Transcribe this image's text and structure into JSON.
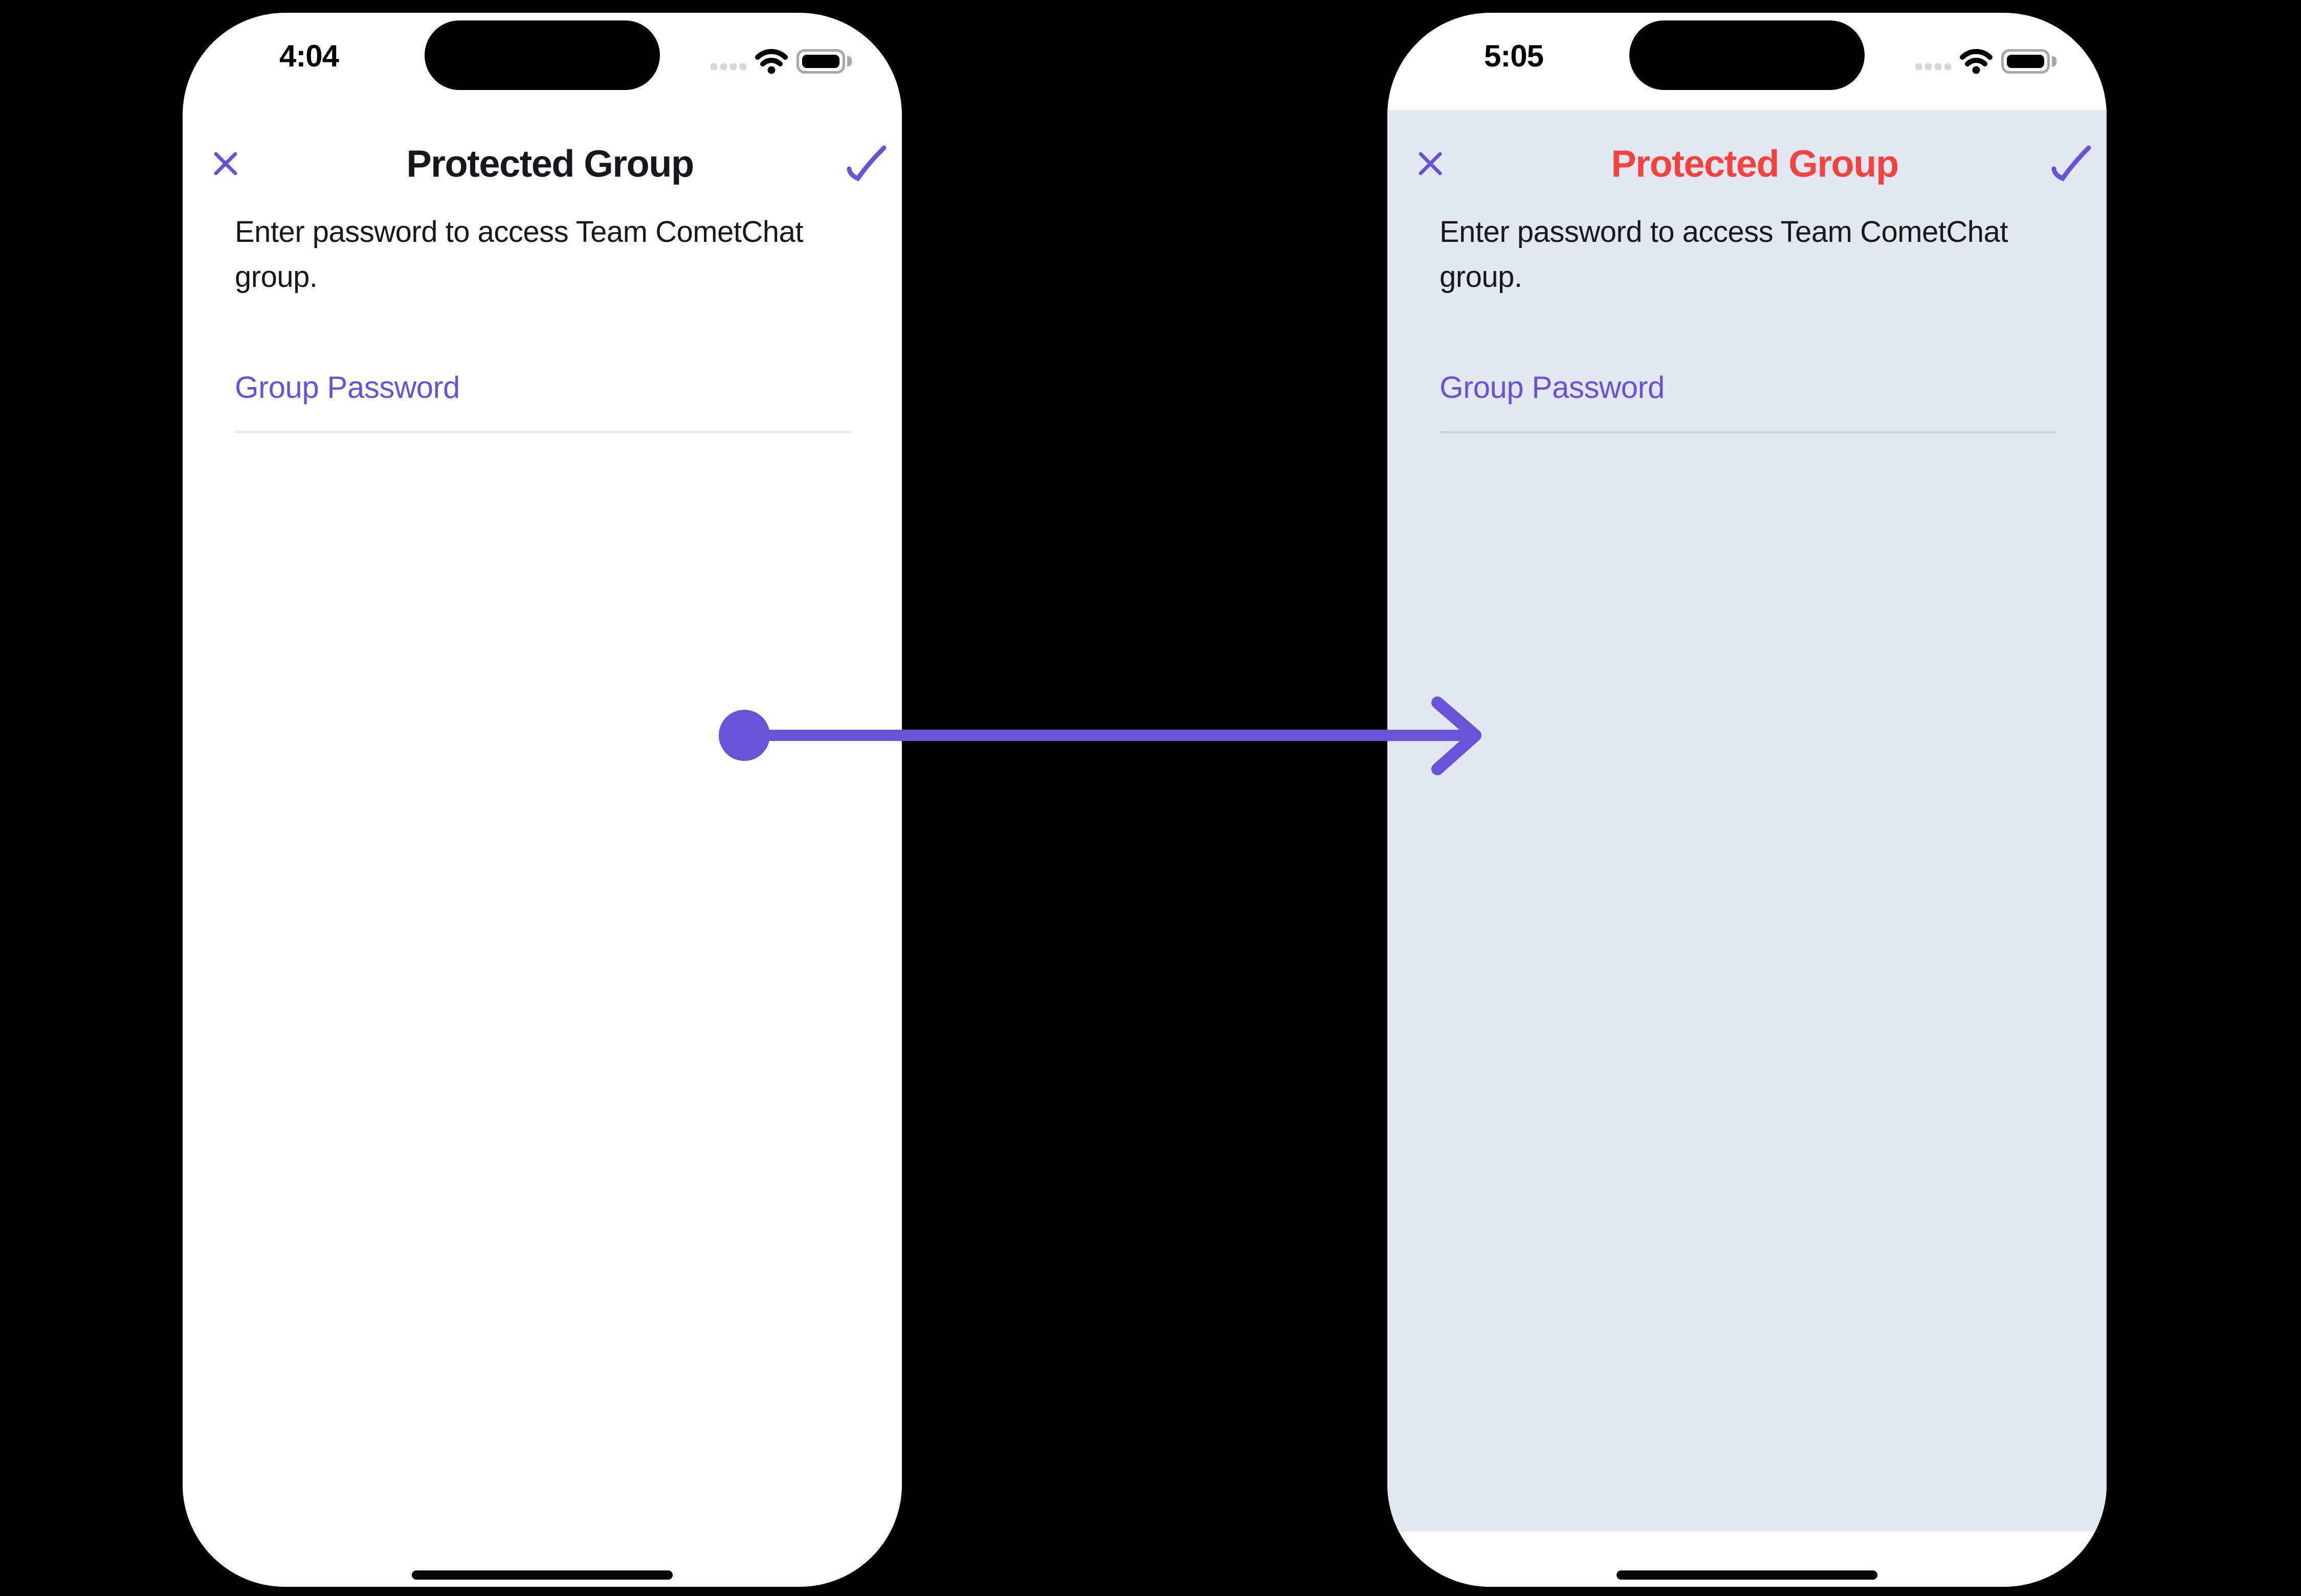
{
  "canvas": {
    "background": "#000000"
  },
  "colors": {
    "primary": "#6852D6",
    "error": "#F4433F",
    "title_default": "#17171C",
    "body_text": "#17171C",
    "screen_background": "#FFFFFF",
    "tinted_background": "#E2E7F2",
    "divider": "#E4E4E8",
    "status_dot": "#D7D7D7"
  },
  "icons": {
    "close": "close-x",
    "confirm": "checkmark",
    "cellular": "cellular-signal-dots",
    "wifi": "wifi",
    "battery": "battery-full",
    "dynamic_island": "dynamic-island",
    "home": "home-indicator-bar",
    "arrow": "arrow-right-connector"
  },
  "annotation": {
    "arrow_icon": "arrow-right-connector",
    "color": "#6852D6"
  },
  "phones": [
    {
      "variant": "default-theme",
      "status": {
        "time": "4:04"
      },
      "nav_title": "Protected Group",
      "nav_title_color": "#17171C",
      "content_bg": "#FFFFFF",
      "description": "Enter password to access Team CometChat group.",
      "password_label": "Group Password"
    },
    {
      "variant": "custom-error-theme",
      "status": {
        "time": "5:05"
      },
      "nav_title": "Protected Group",
      "nav_title_color": "#F4433F",
      "content_bg": "#E2E7F2",
      "description": "Enter password to access Team CometChat group.",
      "password_label": "Group Password"
    }
  ]
}
